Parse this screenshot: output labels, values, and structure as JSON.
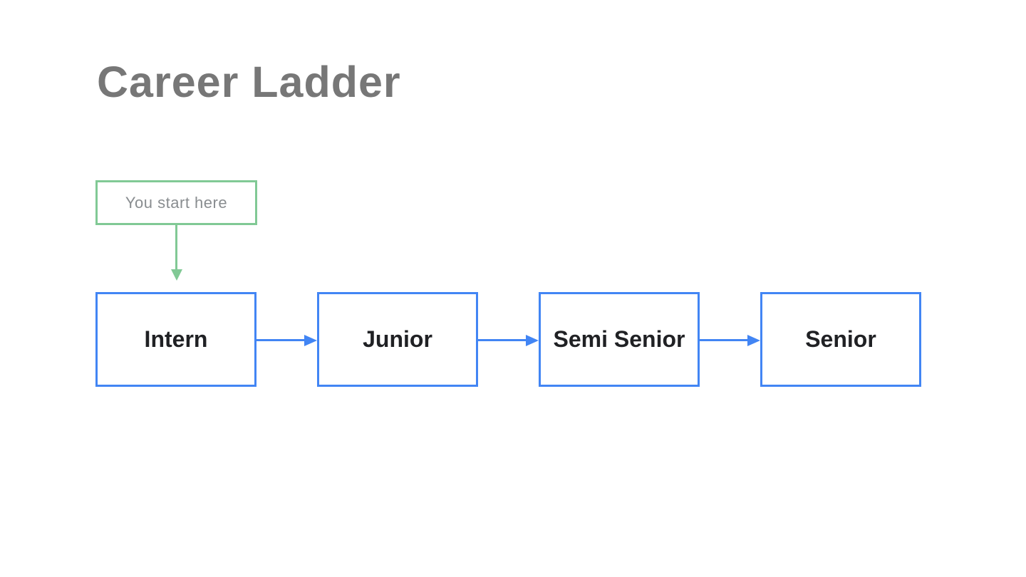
{
  "page": {
    "title": "Career Ladder"
  },
  "note": {
    "label": "You start here"
  },
  "ladder": {
    "steps": [
      {
        "label": "Intern"
      },
      {
        "label": "Junior"
      },
      {
        "label": "Semi Senior"
      },
      {
        "label": "Senior"
      }
    ]
  },
  "colors": {
    "blue": "#4285F4",
    "green": "#81C995",
    "title-gray": "#777777",
    "note-gray": "#898d90",
    "label-dark": "#202124"
  }
}
